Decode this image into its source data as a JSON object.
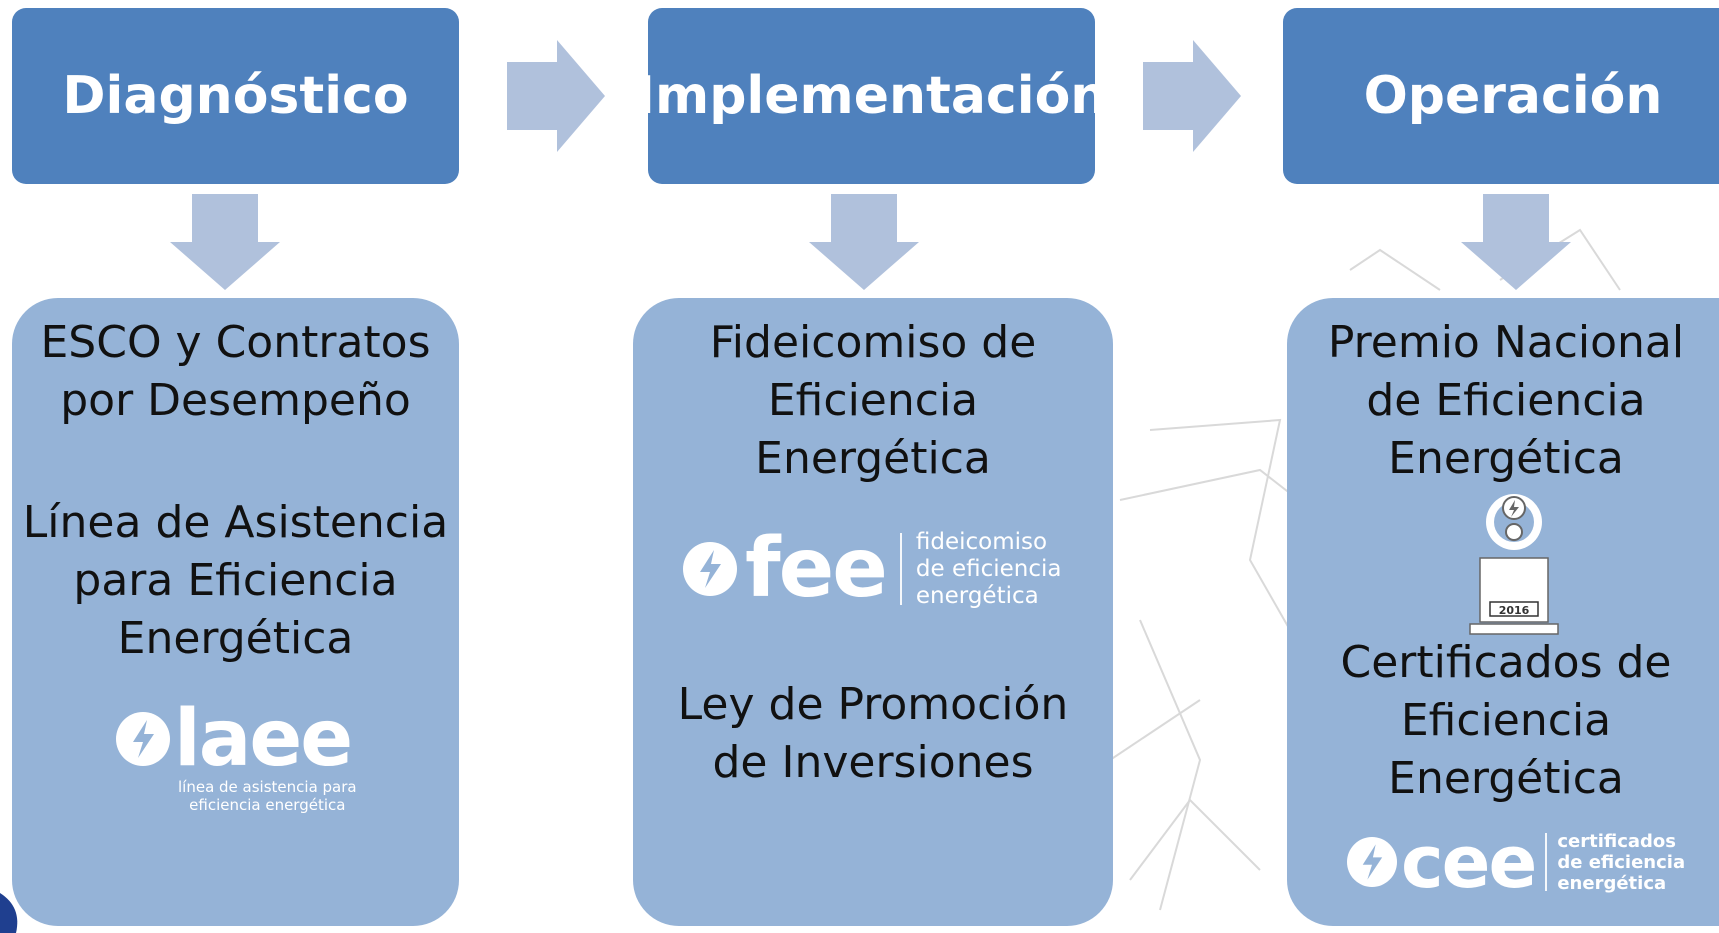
{
  "colors": {
    "header": "#4f81bd",
    "content": "#95b3d7",
    "arrow": "#b0c1dc"
  },
  "columns": [
    {
      "header": "Diagnóstico",
      "items": [
        "ESCO y Contratos\npor Desempeño",
        "Línea de Asistencia\npara Eficiencia\nEnergética"
      ],
      "logo": {
        "name": "laee",
        "sub": "línea de asistencia para\neficiencia energética"
      }
    },
    {
      "header": "Implementación",
      "items": [
        "Fideicomiso de\nEficiencia\nEnergética",
        "Ley de Promoción\nde Inversiones"
      ],
      "logo": {
        "name": "fee",
        "sub": "fideicomiso\nde eficiencia\nenergética"
      }
    },
    {
      "header": "Operación",
      "items": [
        "Premio Nacional\nde Eficiencia\nEnergética",
        "Certificados de\nEficiencia\nEnergética"
      ],
      "trophy_year": "2016",
      "logo": {
        "name": "cee",
        "sub": "certificados\nde eficiencia\nenergética"
      }
    }
  ]
}
